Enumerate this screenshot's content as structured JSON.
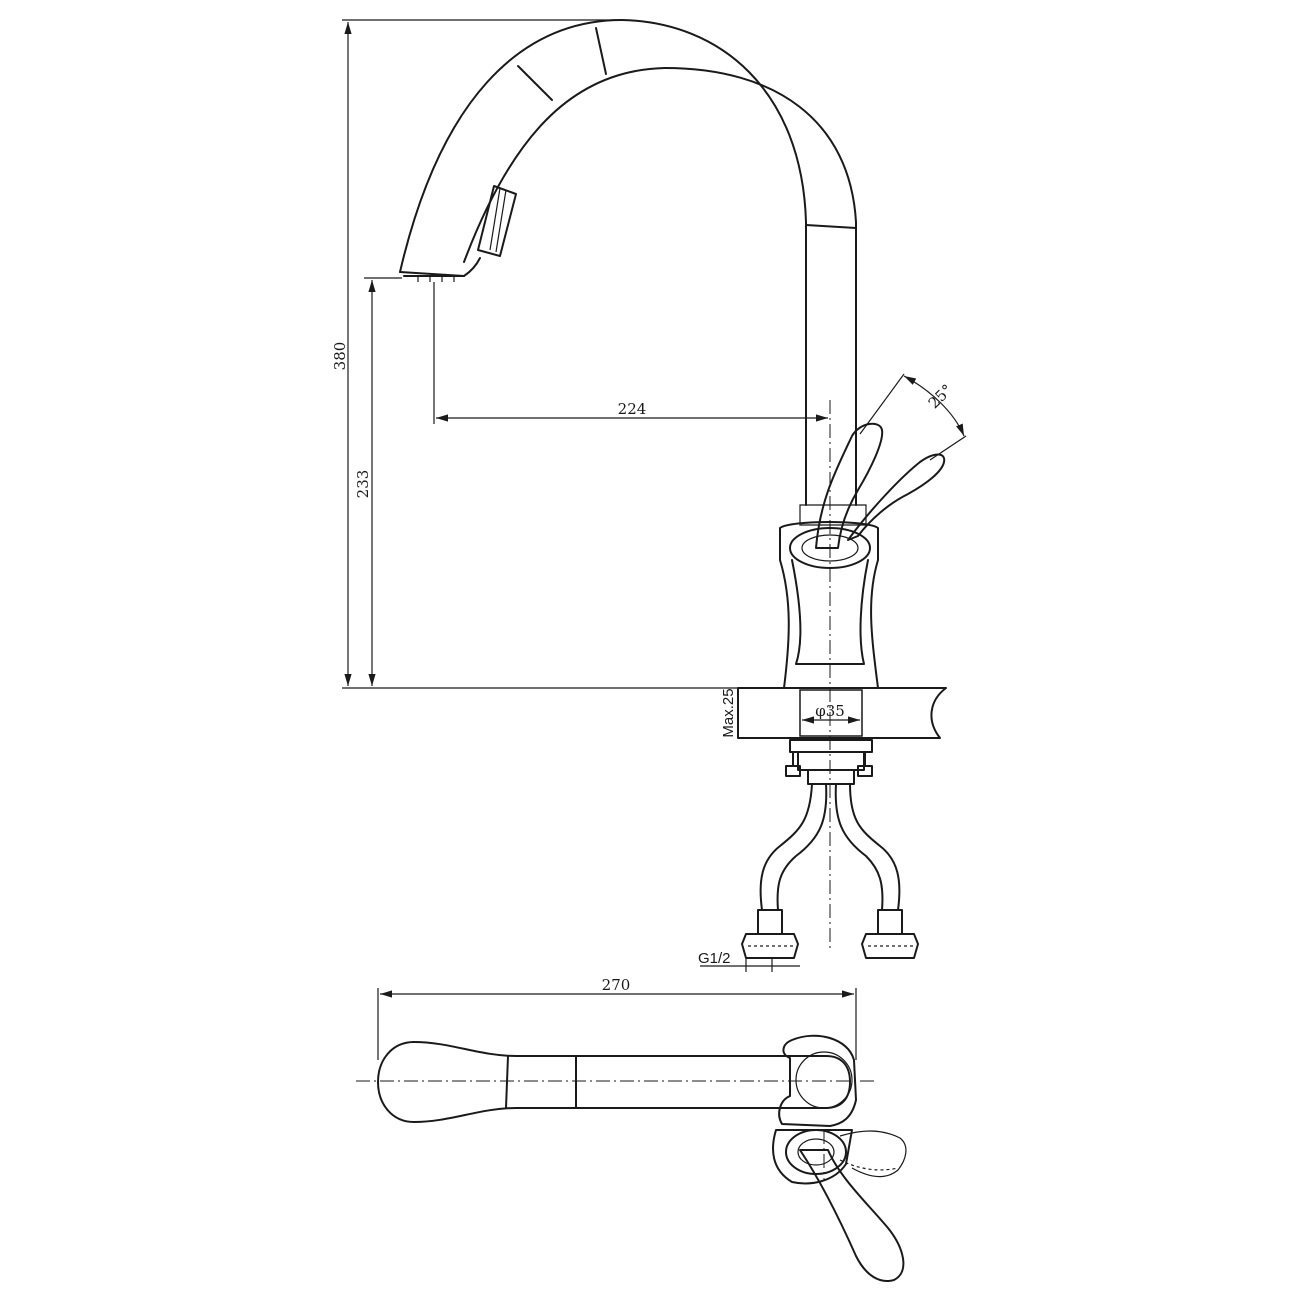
{
  "dimensions": {
    "overall_height": "380",
    "spout_height": "233",
    "spout_reach": "224",
    "lever_angle": "25°",
    "max_counter_thickness": "Max.25",
    "hole_diameter": "φ35",
    "connection_thread": "G1/2",
    "top_view_length": "270"
  },
  "colors": {
    "line": "#1a1a1a",
    "background": "#ffffff"
  }
}
